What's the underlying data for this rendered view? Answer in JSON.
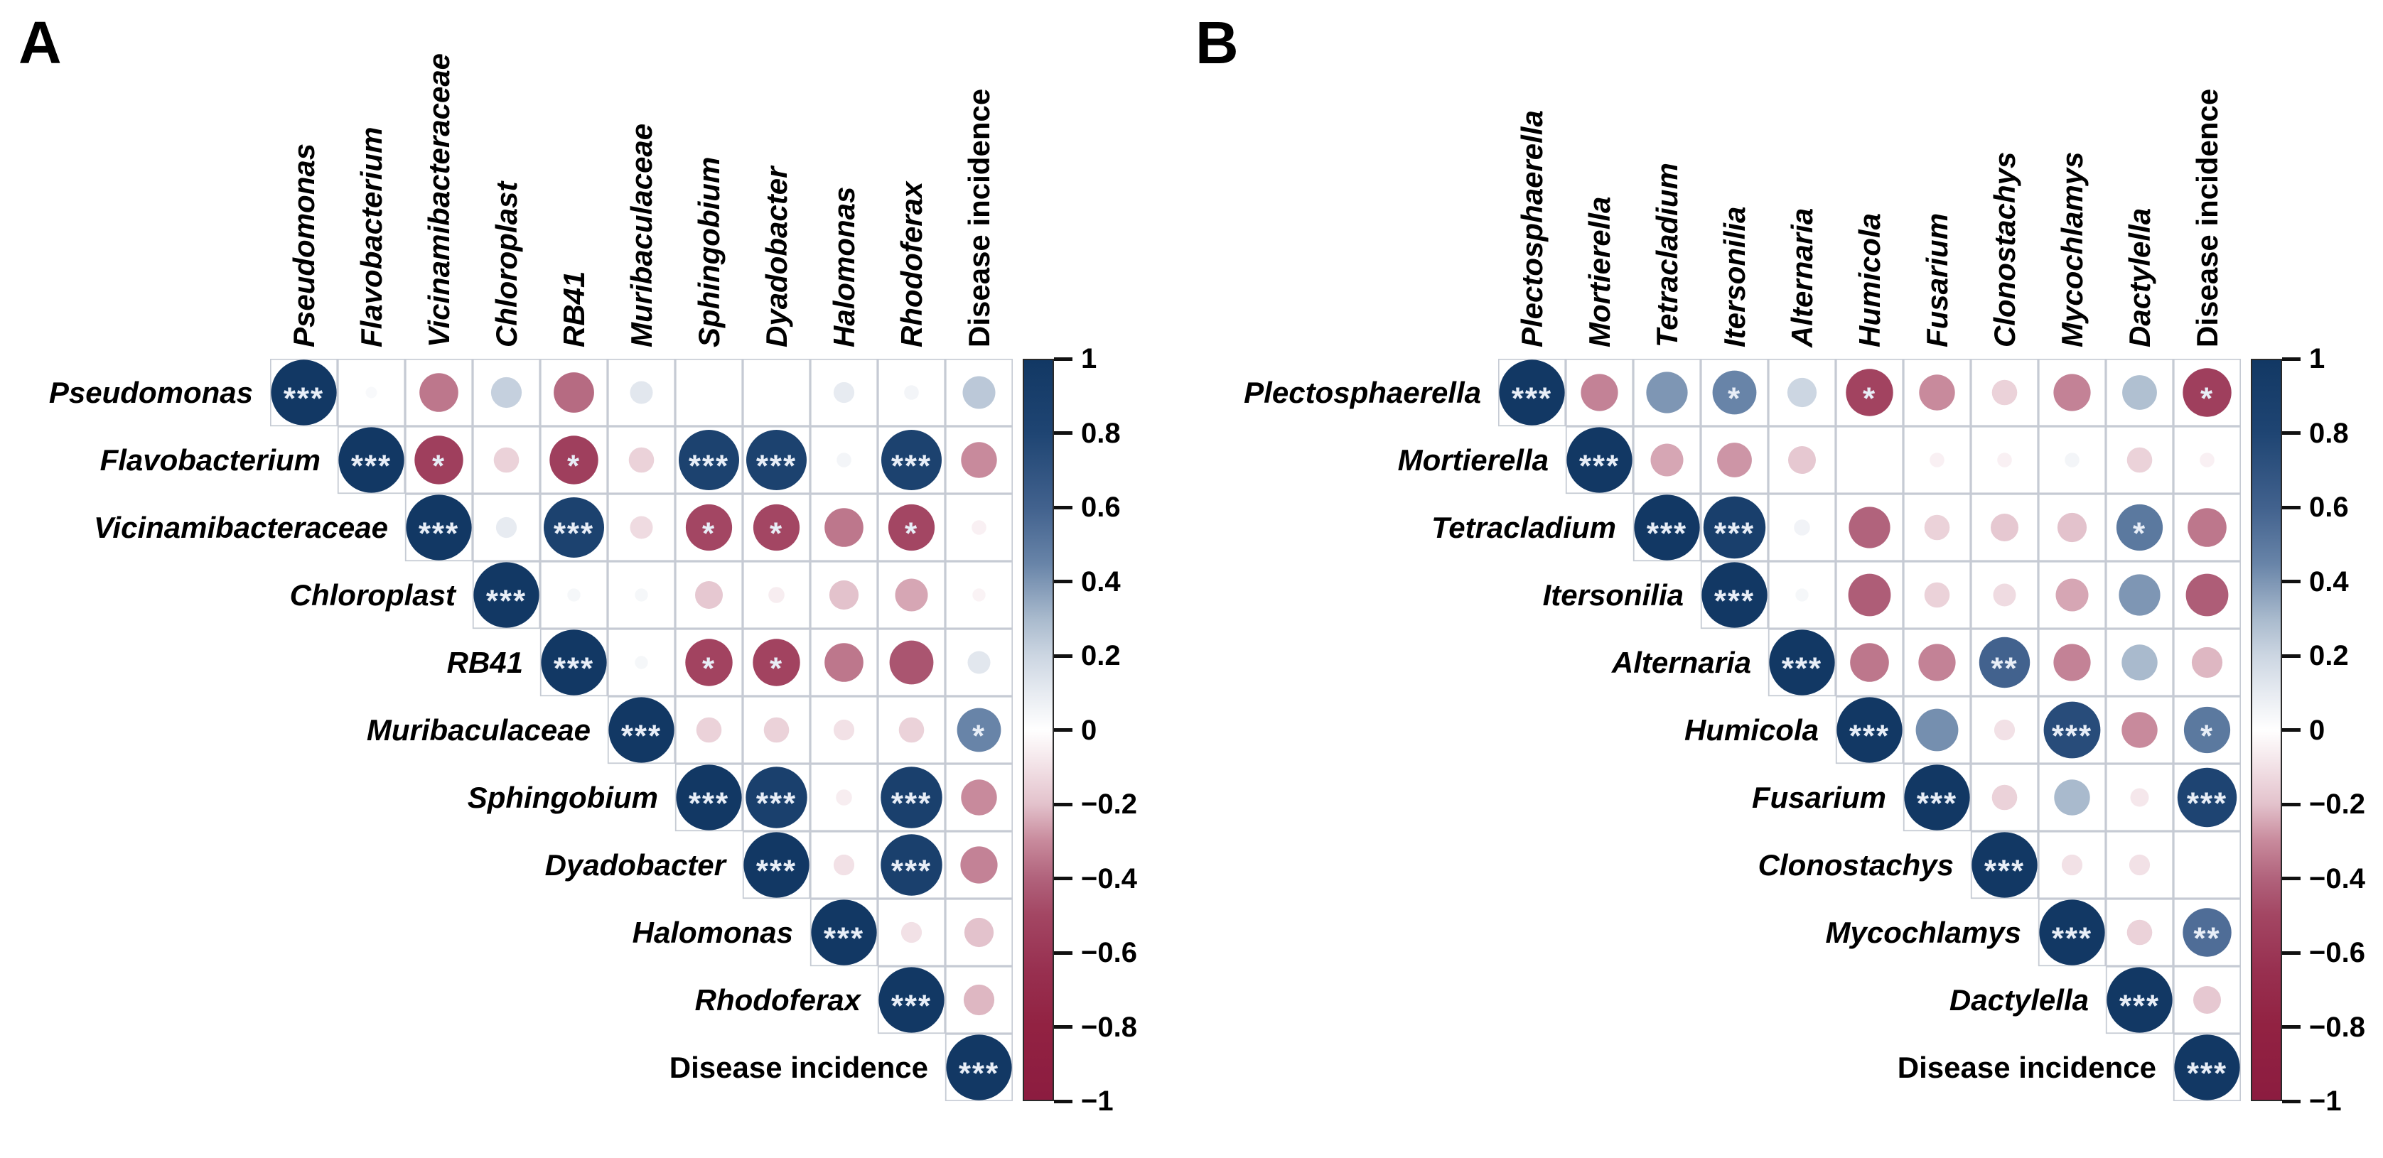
{
  "figure": {
    "type": "paired-correlation-matrices",
    "background": "#ffffff"
  },
  "colors": {
    "positive_max": "#123864",
    "negative_max": "#8c1c40",
    "zero": "#ffffff",
    "grid_line": "#c6cbd4",
    "star": "#e8eef7",
    "text": "#000000",
    "scale_positive": [
      [
        0,
        "#ffffff"
      ],
      [
        0.1,
        "#e7ebf1"
      ],
      [
        0.2,
        "#ccd6e2"
      ],
      [
        0.3,
        "#a9bacd"
      ],
      [
        0.45,
        "#6884a8"
      ],
      [
        0.6,
        "#42628e"
      ],
      [
        0.8,
        "#1f4573"
      ],
      [
        1,
        "#123864"
      ]
    ],
    "scale_negative": [
      [
        0,
        "#ffffff"
      ],
      [
        0.1,
        "#f2e1e6"
      ],
      [
        0.2,
        "#e3c2cc"
      ],
      [
        0.3,
        "#c88a9c"
      ],
      [
        0.4,
        "#b1637c"
      ],
      [
        0.5,
        "#a34663"
      ],
      [
        0.65,
        "#983050"
      ],
      [
        0.8,
        "#922242"
      ],
      [
        1,
        "#8c1c40"
      ]
    ]
  },
  "colorbar": {
    "min": -1,
    "max": 1,
    "ticks": [
      "1",
      "0.8",
      "0.6",
      "0.4",
      "0.2",
      "0",
      "−0.2",
      "−0.4",
      "−0.6",
      "−0.8",
      "−1"
    ]
  },
  "chart_data": [
    {
      "type": "correlation-matrix",
      "panel_label": "A",
      "labels": [
        "Pseudomonas",
        "Flavobacterium",
        "Vicinamibacteraceae",
        "Chloroplast",
        "RB41",
        "Muribaculaceae",
        "Sphingobium",
        "Dyadobacter",
        "Halomonas",
        "Rhodoferax",
        "Disease incidence"
      ],
      "non_italic_labels": [
        "Disease incidence"
      ],
      "cells": [
        [
          0,
          0,
          1,
          "***"
        ],
        [
          0,
          1,
          0.03,
          ""
        ],
        [
          0,
          2,
          -0.35,
          ""
        ],
        [
          0,
          3,
          0.22,
          ""
        ],
        [
          0,
          4,
          -0.38,
          ""
        ],
        [
          0,
          5,
          0.12,
          ""
        ],
        [
          0,
          8,
          0.1,
          ""
        ],
        [
          0,
          9,
          0.05,
          ""
        ],
        [
          0,
          10,
          0.25,
          ""
        ],
        [
          1,
          1,
          1,
          "***"
        ],
        [
          1,
          2,
          -0.55,
          "*"
        ],
        [
          1,
          3,
          -0.15,
          ""
        ],
        [
          1,
          4,
          -0.55,
          "*"
        ],
        [
          1,
          5,
          -0.15,
          ""
        ],
        [
          1,
          6,
          0.85,
          "***"
        ],
        [
          1,
          7,
          0.85,
          "***"
        ],
        [
          1,
          8,
          0.05,
          ""
        ],
        [
          1,
          9,
          0.85,
          "***"
        ],
        [
          1,
          10,
          -0.3,
          ""
        ],
        [
          2,
          2,
          1,
          "***"
        ],
        [
          2,
          3,
          0.1,
          ""
        ],
        [
          2,
          4,
          0.85,
          "***"
        ],
        [
          2,
          5,
          -0.12,
          ""
        ],
        [
          2,
          6,
          -0.5,
          "*"
        ],
        [
          2,
          7,
          -0.5,
          "*"
        ],
        [
          2,
          8,
          -0.35,
          ""
        ],
        [
          2,
          9,
          -0.5,
          "*"
        ],
        [
          2,
          10,
          -0.05,
          ""
        ],
        [
          3,
          3,
          1,
          "***"
        ],
        [
          3,
          4,
          0.04,
          ""
        ],
        [
          3,
          5,
          0.04,
          ""
        ],
        [
          3,
          6,
          -0.18,
          ""
        ],
        [
          3,
          7,
          -0.06,
          ""
        ],
        [
          3,
          8,
          -0.2,
          ""
        ],
        [
          3,
          9,
          -0.25,
          ""
        ],
        [
          3,
          10,
          -0.04,
          ""
        ],
        [
          4,
          4,
          1,
          "***"
        ],
        [
          4,
          5,
          0.04,
          ""
        ],
        [
          4,
          6,
          -0.52,
          "*"
        ],
        [
          4,
          7,
          -0.52,
          "*"
        ],
        [
          4,
          8,
          -0.35,
          ""
        ],
        [
          4,
          9,
          -0.45,
          ""
        ],
        [
          4,
          10,
          0.12,
          ""
        ],
        [
          5,
          5,
          1,
          "***"
        ],
        [
          5,
          6,
          -0.15,
          ""
        ],
        [
          5,
          7,
          -0.15,
          ""
        ],
        [
          5,
          8,
          -0.1,
          ""
        ],
        [
          5,
          9,
          -0.15,
          ""
        ],
        [
          5,
          10,
          0.45,
          "*"
        ],
        [
          6,
          6,
          1,
          "***"
        ],
        [
          6,
          7,
          0.88,
          "***"
        ],
        [
          6,
          8,
          -0.06,
          ""
        ],
        [
          6,
          9,
          0.88,
          "***"
        ],
        [
          6,
          10,
          -0.3,
          ""
        ],
        [
          7,
          7,
          1,
          "***"
        ],
        [
          7,
          8,
          -0.1,
          ""
        ],
        [
          7,
          9,
          0.88,
          "***"
        ],
        [
          7,
          10,
          -0.32,
          ""
        ],
        [
          8,
          8,
          1,
          "***"
        ],
        [
          8,
          9,
          -0.1,
          ""
        ],
        [
          8,
          10,
          -0.2,
          ""
        ],
        [
          9,
          9,
          1,
          "***"
        ],
        [
          9,
          10,
          -0.22,
          ""
        ],
        [
          10,
          10,
          1,
          "***"
        ]
      ]
    },
    {
      "type": "correlation-matrix",
      "panel_label": "B",
      "labels": [
        "Plectosphaerella",
        "Mortierella",
        "Tetracladium",
        "Itersonilia",
        "Alternaria",
        "Humicola",
        "Fusarium",
        "Clonostachys",
        "Mycochlamys",
        "Dactylella",
        "Disease incidence"
      ],
      "non_italic_labels": [
        "Disease incidence"
      ],
      "cells": [
        [
          0,
          0,
          1,
          "***"
        ],
        [
          0,
          1,
          -0.32,
          ""
        ],
        [
          0,
          2,
          0.4,
          ""
        ],
        [
          0,
          3,
          0.45,
          "*"
        ],
        [
          0,
          4,
          0.2,
          ""
        ],
        [
          0,
          5,
          -0.52,
          "*"
        ],
        [
          0,
          6,
          -0.3,
          ""
        ],
        [
          0,
          7,
          -0.15,
          ""
        ],
        [
          0,
          8,
          -0.32,
          ""
        ],
        [
          0,
          9,
          0.28,
          ""
        ],
        [
          0,
          10,
          -0.55,
          "*"
        ],
        [
          1,
          1,
          1,
          "***"
        ],
        [
          1,
          2,
          -0.25,
          ""
        ],
        [
          1,
          3,
          -0.28,
          ""
        ],
        [
          1,
          4,
          -0.18,
          ""
        ],
        [
          1,
          6,
          -0.05,
          ""
        ],
        [
          1,
          7,
          -0.05,
          ""
        ],
        [
          1,
          8,
          0.05,
          ""
        ],
        [
          1,
          9,
          -0.15,
          ""
        ],
        [
          1,
          10,
          -0.05,
          ""
        ],
        [
          2,
          2,
          1,
          "***"
        ],
        [
          2,
          3,
          0.9,
          "***"
        ],
        [
          2,
          4,
          0.06,
          ""
        ],
        [
          2,
          5,
          -0.4,
          ""
        ],
        [
          2,
          6,
          -0.15,
          ""
        ],
        [
          2,
          7,
          -0.18,
          ""
        ],
        [
          2,
          8,
          -0.2,
          ""
        ],
        [
          2,
          9,
          0.5,
          "*"
        ],
        [
          2,
          10,
          -0.35,
          ""
        ],
        [
          3,
          3,
          1,
          "***"
        ],
        [
          3,
          4,
          0.04,
          ""
        ],
        [
          3,
          5,
          -0.42,
          ""
        ],
        [
          3,
          6,
          -0.15,
          ""
        ],
        [
          3,
          7,
          -0.12,
          ""
        ],
        [
          3,
          8,
          -0.25,
          ""
        ],
        [
          3,
          9,
          0.4,
          ""
        ],
        [
          3,
          10,
          -0.42,
          ""
        ],
        [
          4,
          4,
          1,
          "***"
        ],
        [
          4,
          5,
          -0.35,
          ""
        ],
        [
          4,
          6,
          -0.32,
          ""
        ],
        [
          4,
          7,
          0.6,
          "**"
        ],
        [
          4,
          8,
          -0.32,
          ""
        ],
        [
          4,
          9,
          0.3,
          ""
        ],
        [
          4,
          10,
          -0.22,
          ""
        ],
        [
          5,
          5,
          1,
          "***"
        ],
        [
          5,
          6,
          0.42,
          ""
        ],
        [
          5,
          7,
          -0.1,
          ""
        ],
        [
          5,
          8,
          0.75,
          "***"
        ],
        [
          5,
          9,
          -0.3,
          ""
        ],
        [
          5,
          10,
          0.5,
          "*"
        ],
        [
          6,
          6,
          1,
          "***"
        ],
        [
          6,
          7,
          -0.15,
          ""
        ],
        [
          6,
          8,
          0.3,
          ""
        ],
        [
          6,
          9,
          -0.08,
          ""
        ],
        [
          6,
          10,
          0.82,
          "***"
        ],
        [
          7,
          7,
          1,
          "***"
        ],
        [
          7,
          8,
          -0.1,
          ""
        ],
        [
          7,
          9,
          -0.1,
          ""
        ],
        [
          8,
          8,
          1,
          "***"
        ],
        [
          8,
          9,
          -0.15,
          ""
        ],
        [
          8,
          10,
          0.55,
          "**"
        ],
        [
          9,
          9,
          1,
          "***"
        ],
        [
          9,
          10,
          -0.18,
          ""
        ],
        [
          10,
          10,
          1,
          "***"
        ]
      ]
    }
  ]
}
